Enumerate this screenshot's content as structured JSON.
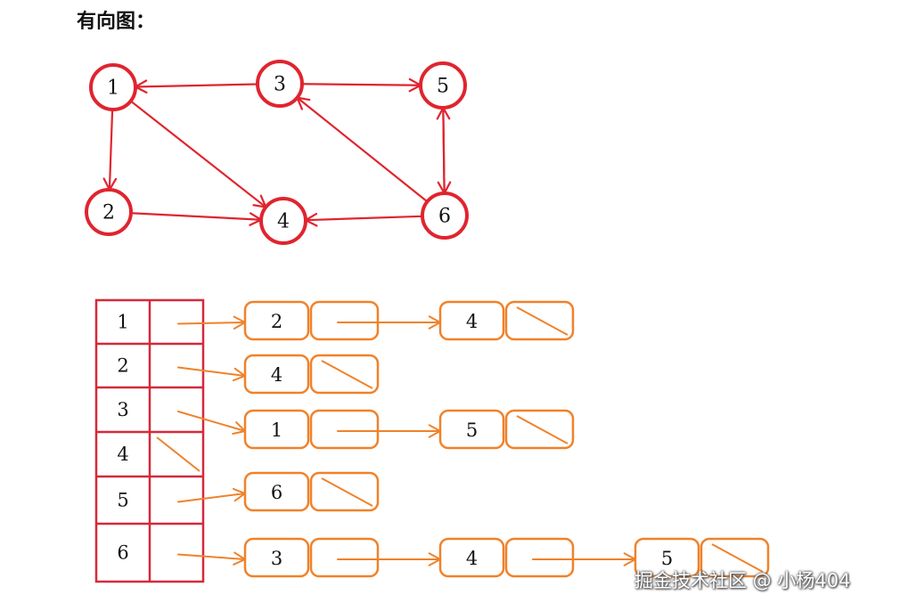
{
  "title": "有向图：",
  "watermark": "掘金技术社区 @ 小杨404",
  "colors": {
    "graph": "#e0242f",
    "list": "#f0822a",
    "table": "#d6293a",
    "text": "#111111"
  },
  "graph": {
    "nodes": [
      "1",
      "2",
      "3",
      "4",
      "5",
      "6"
    ],
    "edges": [
      [
        "3",
        "1"
      ],
      [
        "3",
        "5"
      ],
      [
        "1",
        "2"
      ],
      [
        "1",
        "4"
      ],
      [
        "2",
        "4"
      ],
      [
        "6",
        "4"
      ],
      [
        "6",
        "3"
      ],
      [
        "5",
        "6"
      ],
      [
        "6",
        "5"
      ]
    ]
  },
  "adjacency": [
    {
      "vertex": "1",
      "neighbors": [
        "2",
        "4"
      ]
    },
    {
      "vertex": "2",
      "neighbors": [
        "4"
      ]
    },
    {
      "vertex": "3",
      "neighbors": [
        "1",
        "5"
      ]
    },
    {
      "vertex": "4",
      "neighbors": []
    },
    {
      "vertex": "5",
      "neighbors": [
        "6"
      ]
    },
    {
      "vertex": "6",
      "neighbors": [
        "3",
        "4",
        "5"
      ]
    }
  ]
}
